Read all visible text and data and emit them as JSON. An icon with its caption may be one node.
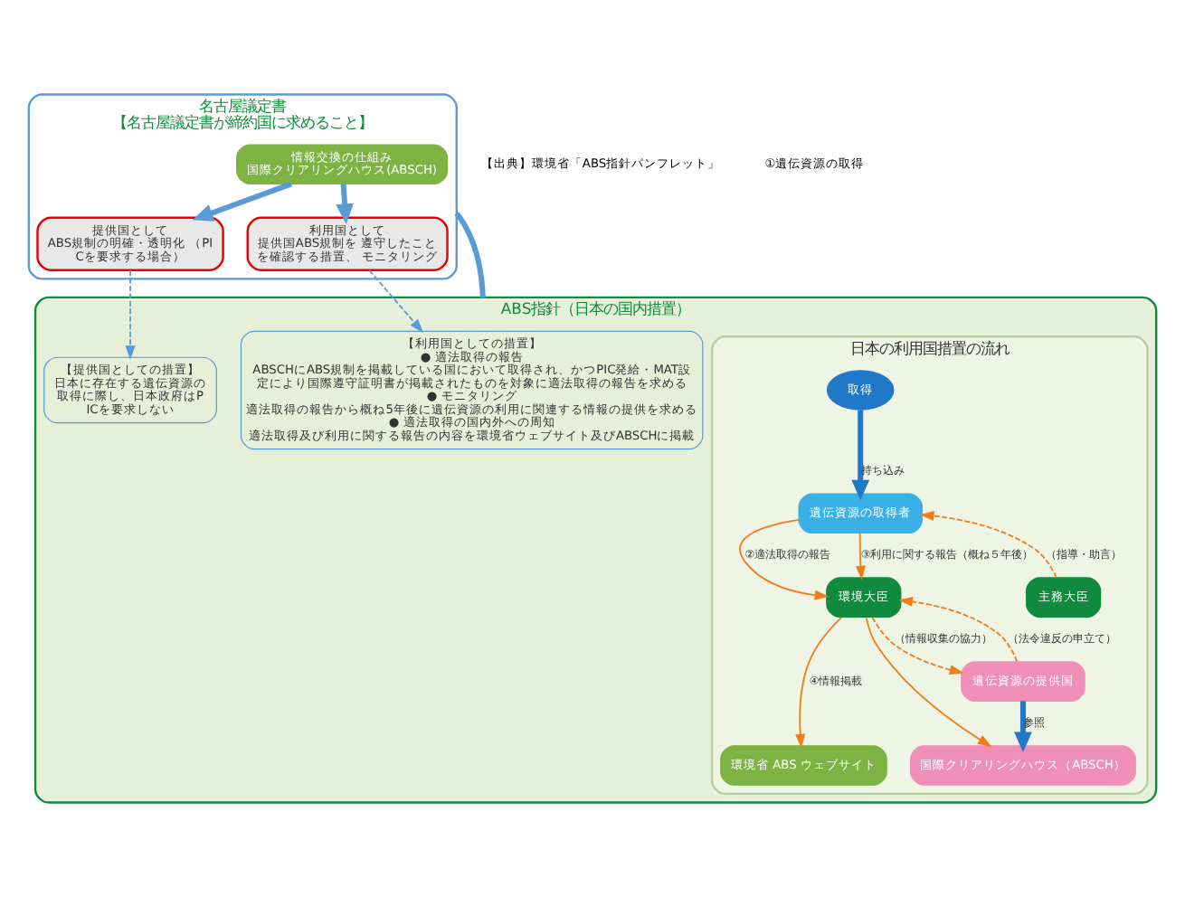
{
  "diagram": {
    "nodes": [
      {
        "text": [
          "名古屋議定書",
          "【名古屋議定書が締約国に求めること】"
        ]
      },
      {
        "text": [
          "提供国として",
          "ABS規制の明確・透明化 （PICを要求する場合）"
        ],
        "in": 0
      },
      {
        "text": [
          "情報交換の仕組み",
          "国際クリアリングハウス(ABSCH)"
        ],
        "in": 0
      },
      {
        "text": [
          "利用国として",
          "提供国ABS規制を 遵守したことを確認する措置、 モニタリング"
        ],
        "in": 0
      },
      {
        "text": [
          "ABS指針（日本の国内措置）"
        ]
      },
      {
        "text": [
          "【提供国としての措置】",
          "日本に存在する遺伝資源の取得に際し、日本政府はPICを要求しない"
        ],
        "in": 4
      },
      {
        "text": [
          "【利用国としての措置】",
          "● 適法取得の報告",
          "ABSCHにABS規制を掲載している国において取得され、かつPIC発給・MAT設定により国際遵守証明書が掲載されたものを対象に適法取得の報告を求める",
          "● モニタリング",
          "適法取得の報告から概ね5年後に遺伝資源の利用に関連する情報の提供を求める",
          "● 適法取得の国内外への周知",
          "適法取得及び利用に関する報告の内容を環境省ウェブサイト及びABSCHに掲載"
        ],
        "in": 4
      },
      {
        "text": [
          "日本の利用国措置の流れ"
        ],
        "in": 4
      },
      {
        "text": [
          "遺伝資源の取得者"
        ],
        "in": 7
      },
      {
        "text": [
          "主務大臣"
        ],
        "in": 7
      },
      {
        "text": [
          "環境大臣"
        ],
        "in": 7
      },
      {
        "text": [
          "環境省 ABS ウェブサイト"
        ],
        "in": 7
      },
      {
        "text": [
          "国際クリアリングハウス（ABSCH）"
        ],
        "in": 7
      },
      {
        "text": [
          "取得"
        ],
        "in": 7
      },
      {
        "text": [
          "遺伝資源の提供国"
        ],
        "in": 7
      }
    ],
    "edges": [
      {
        "from": 0,
        "to": 4,
        "arrow": "none",
        "color": "#5b9bd5",
        "style": "thick"
      },
      {
        "from": 2,
        "to": 1,
        "arrow": "to",
        "color": "#5b9bd5",
        "style": "thick"
      },
      {
        "from": 2,
        "to": 3,
        "arrow": "to",
        "color": "#5b9bd5",
        "style": "thick"
      },
      {
        "from": 1,
        "to": 5,
        "arrow": "to",
        "color": "#5b9bd5",
        "style": "dashed"
      },
      {
        "from": 3,
        "to": 6,
        "arrow": "to",
        "color": "#5b9bd5",
        "style": "dashed"
      },
      {
        "from": 9,
        "to": 8,
        "arrow": "to",
        "label": "（指導・助言）",
        "style": "dashed"
      },
      {
        "from": 8,
        "to": 10,
        "arrow": "to",
        "label": "②適法取得の報告"
      },
      {
        "from": 8,
        "to": 10,
        "arrow": "to",
        "label": "③利用に関する報告（概ね５年後）"
      },
      {
        "from": 10,
        "to": 11,
        "arrow": "to",
        "label": "④情報掲載"
      },
      {
        "from": 10,
        "to": 12,
        "arrow": "to"
      },
      {
        "from": 14,
        "to": 10,
        "arrow": "to",
        "label": "（法令違反の申立て）",
        "style": "dashed"
      },
      {
        "from": 10,
        "to": 14,
        "arrow": "to",
        "label": "（情報収集の協力）",
        "style": "dashed"
      },
      {
        "from": 13,
        "to": 8,
        "arrow": "to",
        "label": "持ち込み",
        "color": "#1f78c8",
        "style": "thick"
      },
      {
        "from": 14,
        "to": 12,
        "arrow": "to",
        "label": "参照",
        "color": "#1f78c8",
        "style": "thick"
      }
    ],
    "labels": [
      "【出典】環境省「ABS指針パンフレット」",
      "①遺伝資源の取得"
    ]
  }
}
